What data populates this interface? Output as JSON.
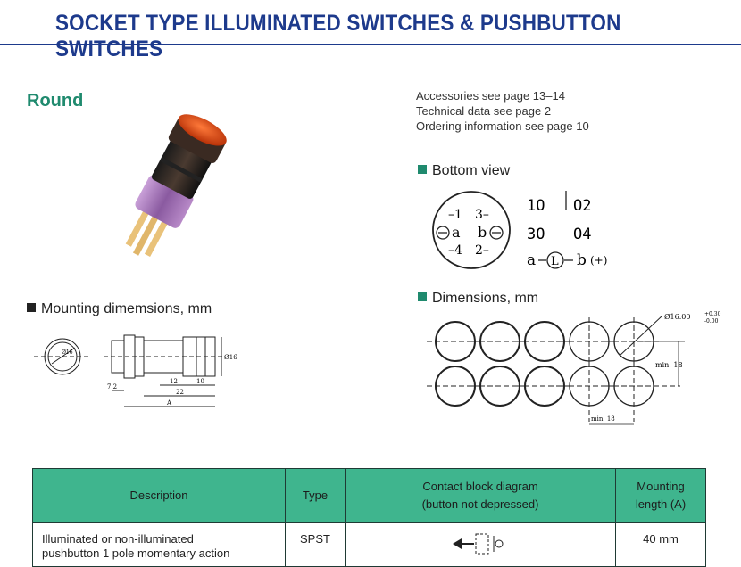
{
  "page": {
    "title": "SOCKET TYPE ILLUMINATED SWITCHES & PUSHBUTTON SWITCHES",
    "subtitle": "Round"
  },
  "notes": [
    "Accessories see page 13–14",
    "Technical data see page 2",
    "Ordering information see page 10"
  ],
  "sections": {
    "bottom_view": "Bottom view",
    "dimensions": "Dimensions, mm",
    "mounting": "Mounting dimemsions, mm"
  },
  "bottom_view": {
    "pins_left": [
      "1",
      "a",
      "4"
    ],
    "pins_right": [
      "3",
      "b",
      "2"
    ],
    "labels": {
      "p1": "1",
      "p2": "2",
      "p3": "3",
      "p4": "4"
    },
    "row1_left": "1O",
    "row1_right": "O2",
    "row2_left": "3O",
    "row2_right": "O4",
    "circuit_a": "a",
    "circuit_lamp": "L",
    "circuit_b": "b",
    "circuit_plus": "(+)"
  },
  "dimensions": {
    "diameter": "Ø16.00",
    "tol_plus": "+0.30",
    "tol_minus": "-0.00",
    "min_v": "min. 18",
    "min_h": "min. 18"
  },
  "mounting_dims": {
    "dia_small": "Ø16",
    "dia_side": "Ø16",
    "d1": "12",
    "d2": "10",
    "d3": "22",
    "d4": "7.2",
    "d5": "A"
  },
  "table": {
    "headers": {
      "description": "Description",
      "type": "Type",
      "contact_line1": "Contact block diagram",
      "contact_line2": "(button not depressed)",
      "mount_line1": "Mounting",
      "mount_line2": "length (A)"
    },
    "rows": [
      {
        "description_line1": "Illuminated or non-illuminated",
        "description_line2": "pushbutton 1 pole momentary action",
        "type": "SPST",
        "length": "40 mm"
      }
    ]
  },
  "colors": {
    "title": "#1d3a8c",
    "accent": "#1f8a6e",
    "table_header": "#3fb58e"
  }
}
